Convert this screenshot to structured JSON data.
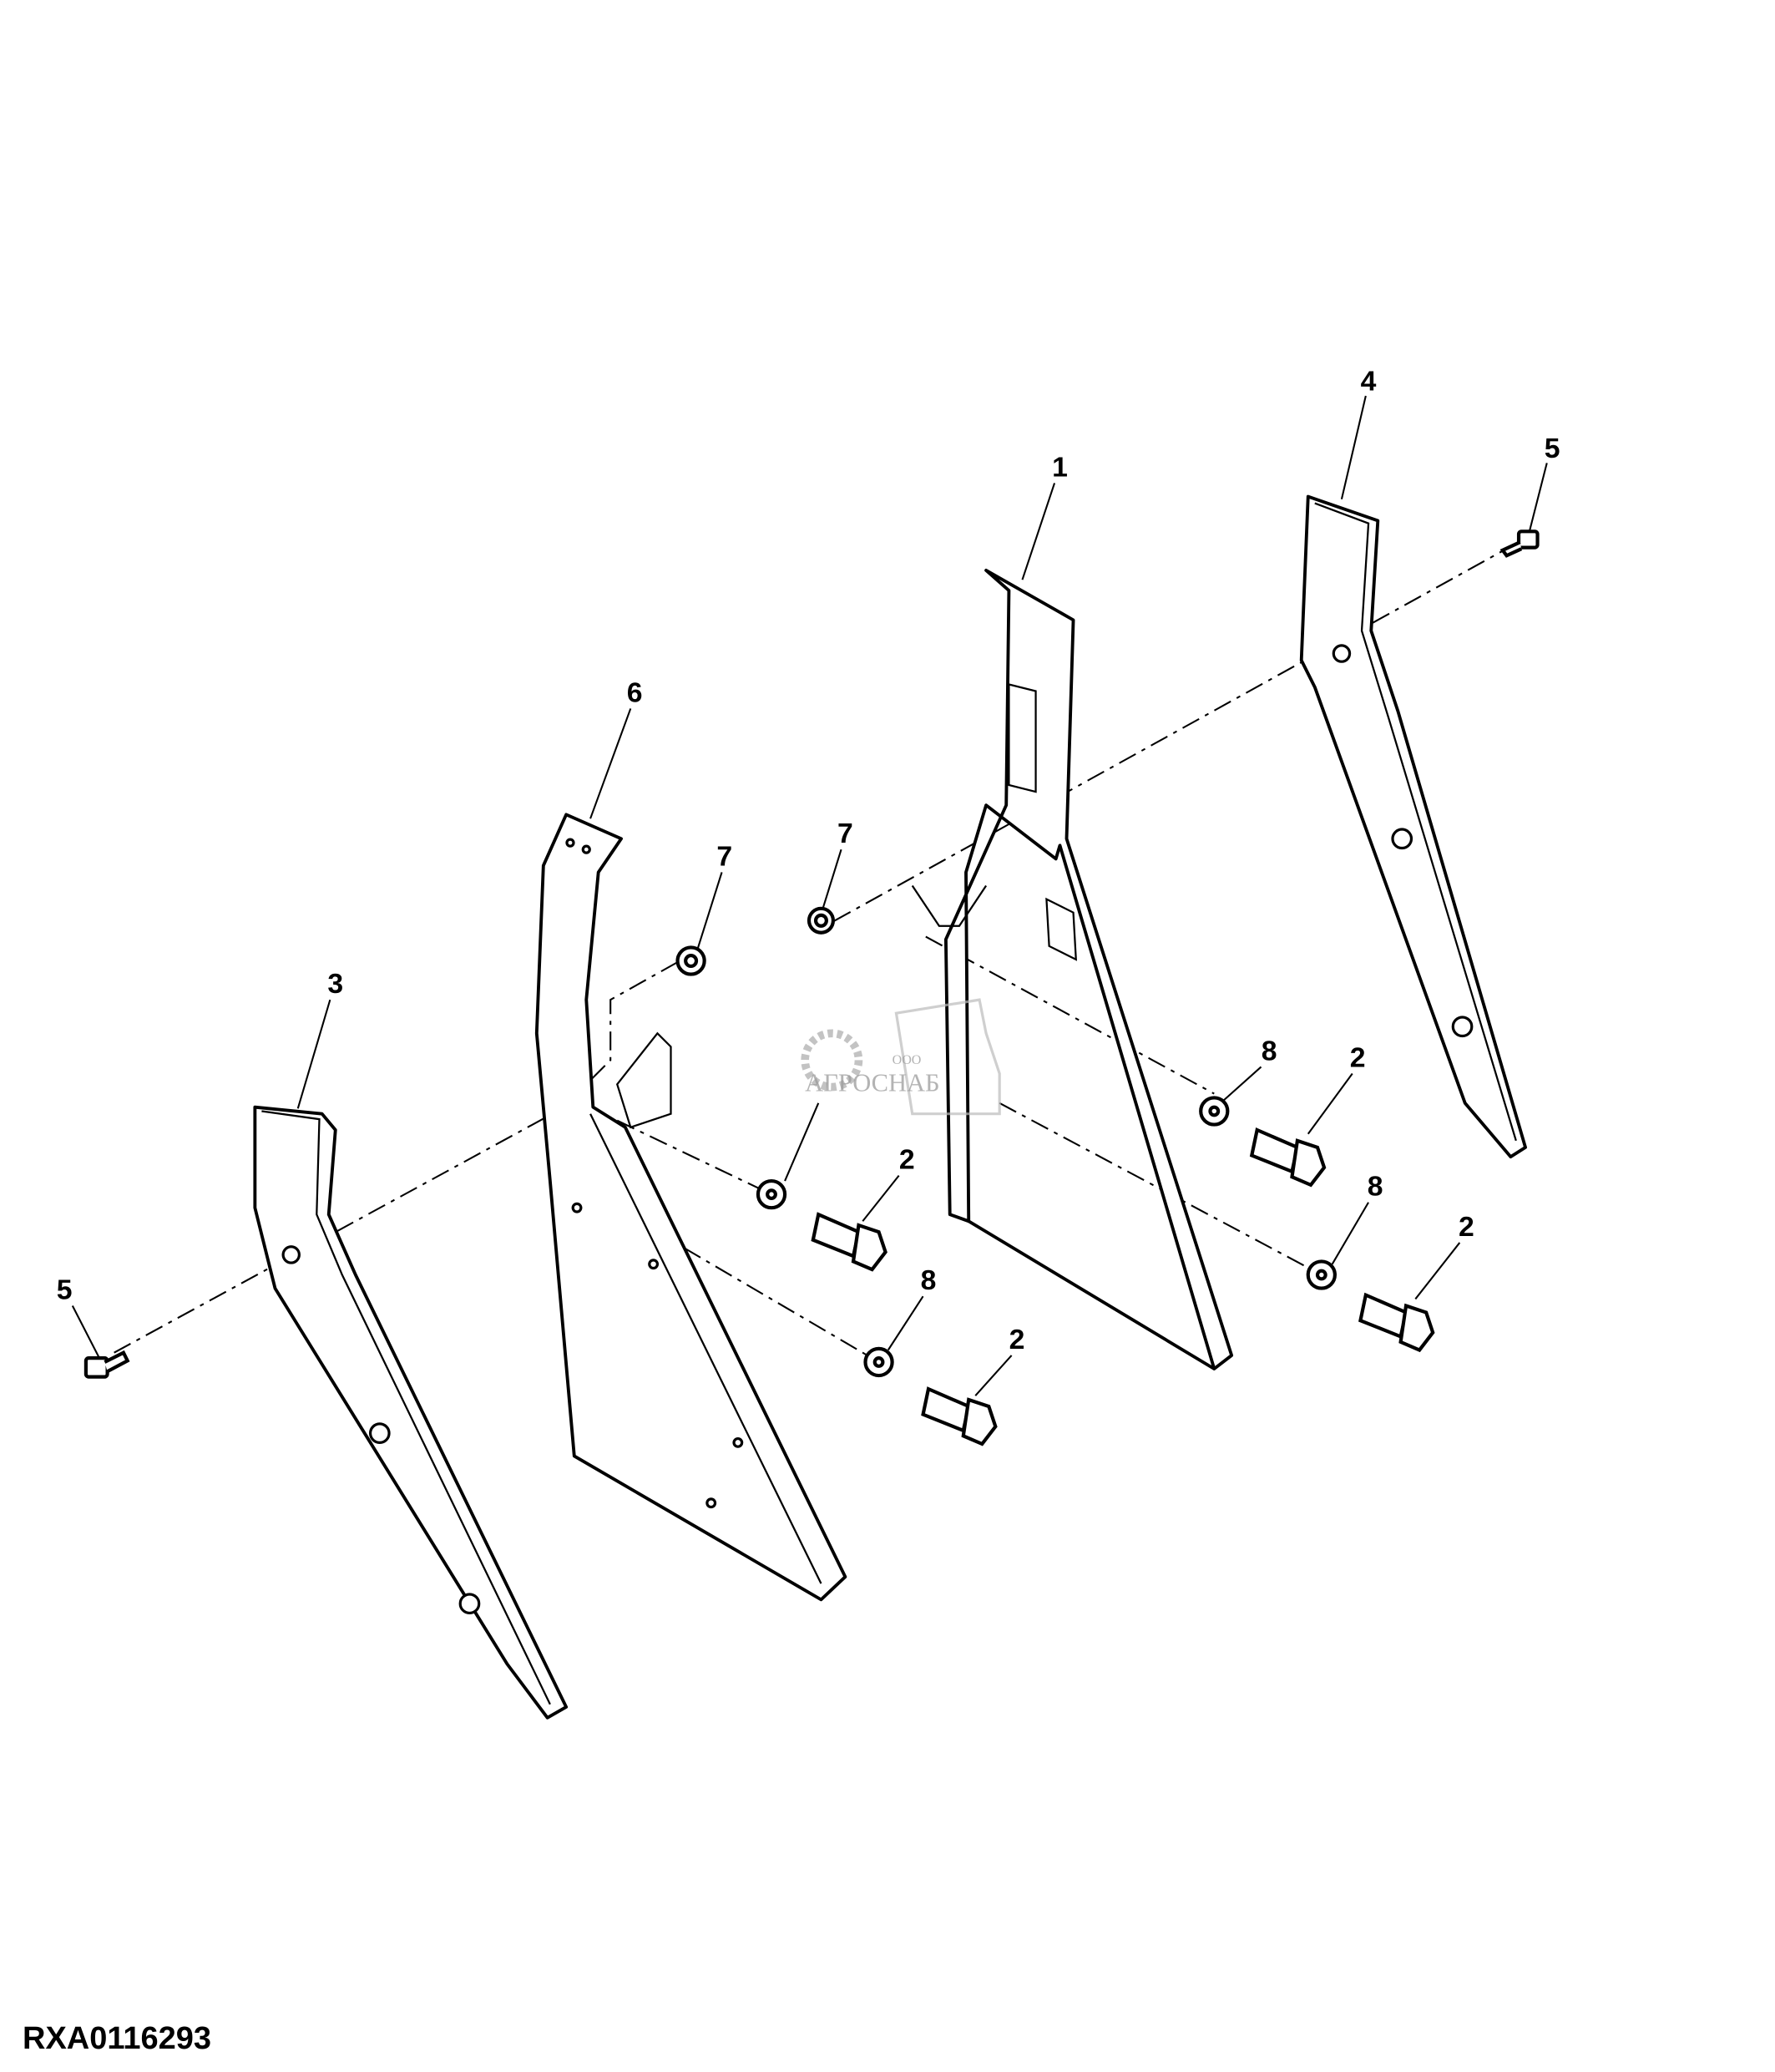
{
  "figure_id": "RXA0116293",
  "watermark": {
    "company_prefix": "ООО",
    "company_name": "АГРОСНАБ"
  },
  "callouts": {
    "c1": "1",
    "c2a": "2",
    "c2b": "2",
    "c2c": "2",
    "c2d": "2",
    "c3": "3",
    "c4": "4",
    "c5a": "5",
    "c5b": "5",
    "c6": "6",
    "c7a": "7",
    "c7b": "7",
    "c8a": "8",
    "c8b": "8",
    "c8c": "8"
  }
}
